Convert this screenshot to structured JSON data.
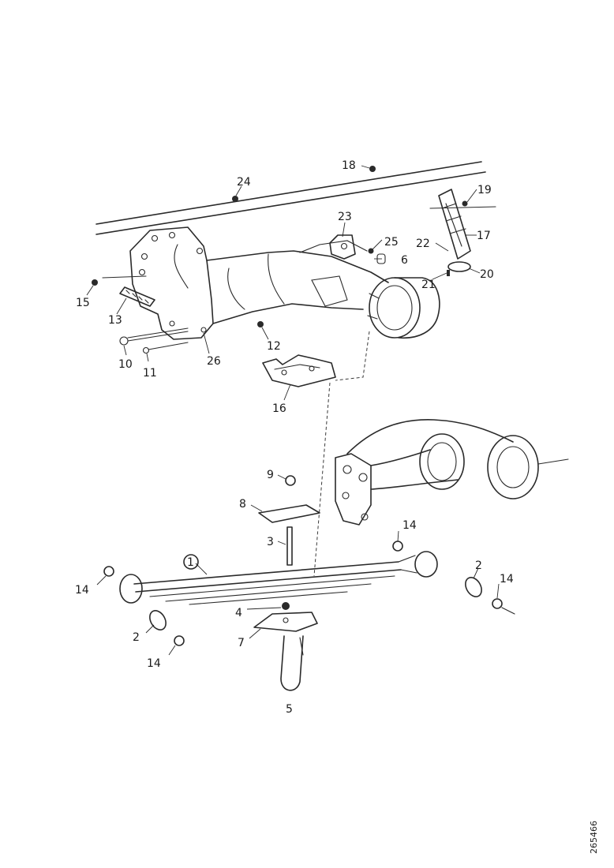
{
  "callouts": {
    "c1": "1",
    "c2a": "2",
    "c2b": "2",
    "c3": "3",
    "c4": "4",
    "c5": "5",
    "c6": "6",
    "c7": "7",
    "c8": "8",
    "c9": "9",
    "c10": "10",
    "c11": "11",
    "c12": "12",
    "c13": "13",
    "c14a": "14",
    "c14b": "14",
    "c14c": "14",
    "c14d": "14",
    "c15": "15",
    "c16": "16",
    "c17": "17",
    "c18": "18",
    "c19": "19",
    "c20": "20",
    "c21": "21",
    "c22": "22",
    "c23": "23",
    "c24": "24",
    "c25": "25",
    "c26": "26"
  },
  "drawing_code": "265466"
}
